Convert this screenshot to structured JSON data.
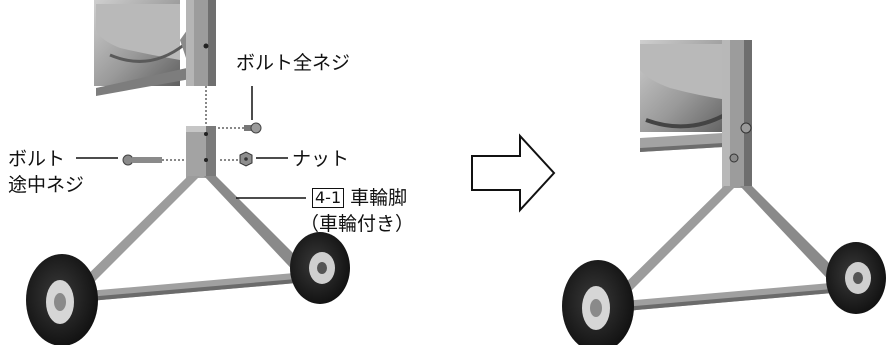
{
  "labels": {
    "bolt_full_thread": "ボルト全ネジ",
    "bolt_half_thread_line1": "ボルト",
    "bolt_half_thread_line2": "途中ネジ",
    "nut": "ナット",
    "part_number": "4-1",
    "part_name": "車輪脚",
    "part_subtitle": "（車輪付き）"
  },
  "colors": {
    "frame": "#8f8f8f",
    "frame_dark": "#5e5e5e",
    "tire": "#1c1c1c",
    "hub": "#d9d9d9",
    "line": "#111111"
  },
  "icons": {
    "arrow": "right-outline-arrow-icon"
  }
}
